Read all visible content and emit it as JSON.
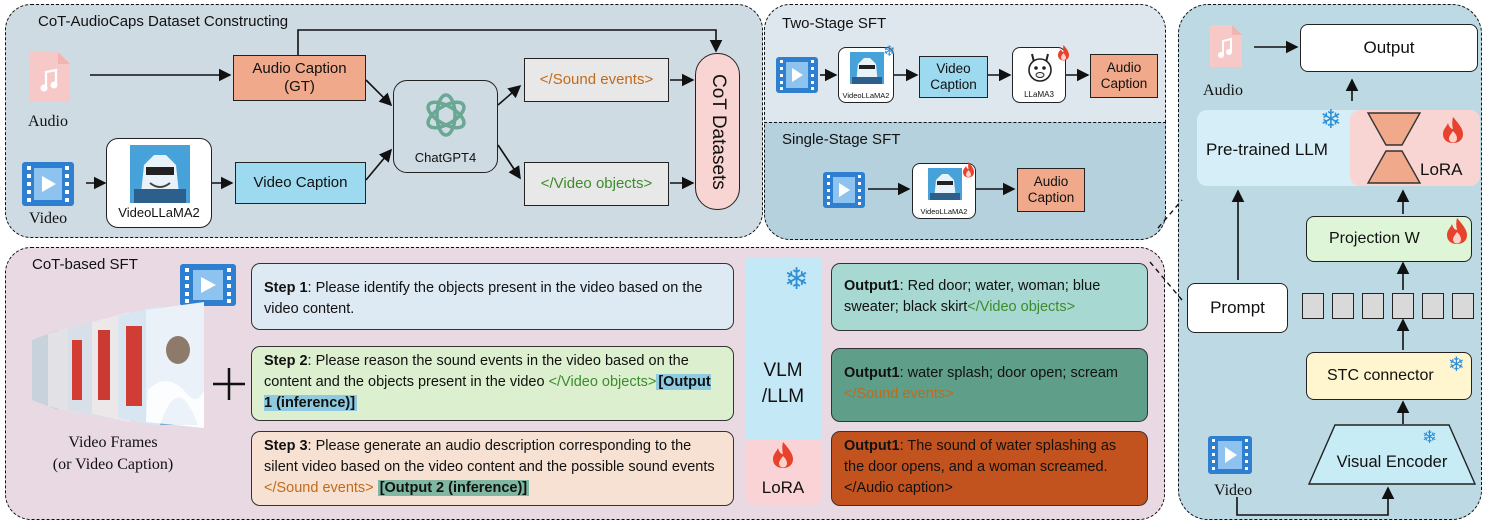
{
  "top_left": {
    "title": "CoT-AudioCaps Dataset Constructing",
    "audio_label": "Audio",
    "video_label": "Video",
    "audio_caption_line1": "Audio Caption",
    "audio_caption_line2": "(GT)",
    "videollama_label": "VideoLLaMA2",
    "video_caption": "Video Caption",
    "chatgpt_label": "ChatGPT4",
    "sound_events_tag": "</Sound events>",
    "video_objects_tag": "</Video objects>",
    "cot_datasets": "CoT Datasets"
  },
  "two_stage": {
    "title": "Two-Stage SFT",
    "videollama_label": "VideoLLaMA2",
    "video_caption_line1": "Video",
    "video_caption_line2": "Caption",
    "llama_label": "LLaMA3",
    "audio_caption_line1": "Audio",
    "audio_caption_line2": "Caption"
  },
  "single_stage": {
    "title": "Single-Stage SFT",
    "videollama_label": "VideoLLaMA2",
    "audio_caption_line1": "Audio",
    "audio_caption_line2": "Caption"
  },
  "cot_sft": {
    "title": "CoT-based SFT",
    "frames_label_line1": "Video Frames",
    "frames_label_line2": "(or Video Caption)",
    "plus": "+",
    "step1_bold": "Step 1",
    "step1_text": ": Please identify the objects present in the video based on the video content.",
    "step2_bold": "Step 2",
    "step2_text": ": Please reason the sound events in the video based on the content and the objects present in the video ",
    "step2_tag": "</Video objects>",
    "step2_ref": "[Output 1 (inference)]",
    "step3_bold": "Step 3",
    "step3_text": ": Please generate an audio description corresponding to the silent video based on the video content and the possible sound events ",
    "step3_tag": "</Sound events>",
    "step3_ref": "[Output 2 (inference)]",
    "vlm_line1": "VLM",
    "vlm_line2": "/LLM",
    "lora": "LoRA",
    "out1_bold": "Output1",
    "out1_text": ": Red door; water, woman; blue sweater; black skirt",
    "out1_tag": "</Video objects>",
    "out2_bold": "Output1",
    "out2_text": ": water splash; door open; scream ",
    "out2_tag": "</Sound events>",
    "out3_bold": "Output1",
    "out3_text": ": The sound of water splashing as the door opens, and a woman screamed. </Audio caption>"
  },
  "right": {
    "output": "Output",
    "audio_label": "Audio",
    "pretrained_llm": "Pre-trained LLM",
    "lora": "LoRA",
    "projection": "Projection W",
    "prompt": "Prompt",
    "stc": "STC connector",
    "visual_encoder": "Visual Encoder",
    "video_label": "Video"
  },
  "colors": {
    "panel_blue": "#cfdbe3",
    "panel_mid": "#b9d3df",
    "panel_pink": "#e9d9e3",
    "panel_right": "#bcd9e4",
    "orange_box": "#f0a98a",
    "cyan_box": "#9dd9ef",
    "pink_box": "#f8d4d2",
    "green_text": "#3c8c2c",
    "orange_text": "#c26a1a",
    "step1_bg": "#dde9f3",
    "step2_bg": "#dcefcf",
    "step3_bg": "#f7e1d3",
    "out1_bg": "#a7d8d1",
    "out2_bg": "#5f9e88",
    "out3_bg": "#c2531f",
    "vlm_bg": "#c4e8f6",
    "lora_bg": "#fad3d6",
    "llm_bg": "#d6eef8",
    "proj_bg": "#dff5d7",
    "stc_bg": "#fff5cf",
    "enc_bg": "#c7ecf6"
  },
  "icons": [
    "audio-file-icon",
    "video-icon",
    "videollama-avatar-icon",
    "chatgpt-logo-icon",
    "llama-icon",
    "snowflake-icon",
    "flame-icon",
    "plus-icon",
    "arrow-icon"
  ]
}
